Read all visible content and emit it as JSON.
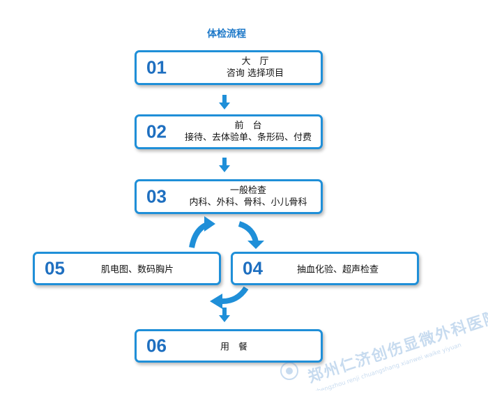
{
  "title": "体检流程",
  "steps": [
    {
      "num": "01",
      "line1": "大　厅",
      "line2": "咨询 选择项目"
    },
    {
      "num": "02",
      "line1": "前　台",
      "line2": "接待、去体验单、条形码、付费"
    },
    {
      "num": "03",
      "line1": "一般检查",
      "line2": "内科、外科、骨科、小儿骨科"
    },
    {
      "num": "05",
      "line1": "肌电图、数码胸片"
    },
    {
      "num": "04",
      "line1": "抽血化验、超声检查"
    },
    {
      "num": "06",
      "line1": "用　餐"
    }
  ],
  "watermark": {
    "name": "郑州仁济创伤显微外科医院",
    "pinyin": "zhengzhou renji chuangshang xianwei waike yiyuan"
  },
  "colors": {
    "border": "#1f8fd8",
    "number": "#1e6fc0",
    "arrow": "#1f8fd8",
    "title": "#1c78c8"
  }
}
